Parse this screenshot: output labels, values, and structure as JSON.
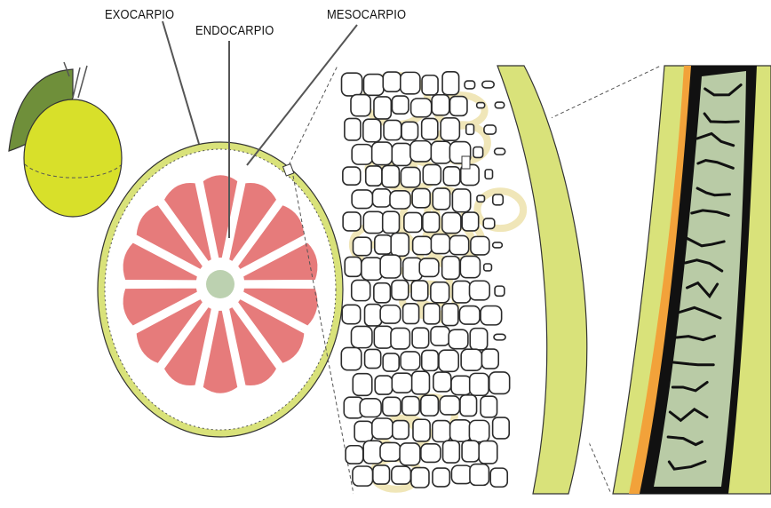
{
  "labels": {
    "exocarp": "EXOCARPIO",
    "endocarp": "ENDOCARPIO",
    "mesocarp": "MESOCARPIO"
  },
  "colors": {
    "peel_green": "#d9e27a",
    "fruit_yellow": "#d8e02a",
    "leaf_green": "#6f8f3a",
    "segment_red": "#e67b7b",
    "core_green": "#bcd1b0",
    "cell_outline": "#2b2b2b",
    "cell_ghost": "#f0e6b8",
    "skin_orange": "#f2a23a",
    "tissue_grey": "#b9cba6",
    "crack_black": "#111111"
  },
  "icons": {
    "whole_fruit": "grapefruit-icon",
    "cross_section": "fruit-cross-section",
    "cell_detail": "cell-tissue-detail",
    "skin_detail": "skin-layer-detail"
  }
}
